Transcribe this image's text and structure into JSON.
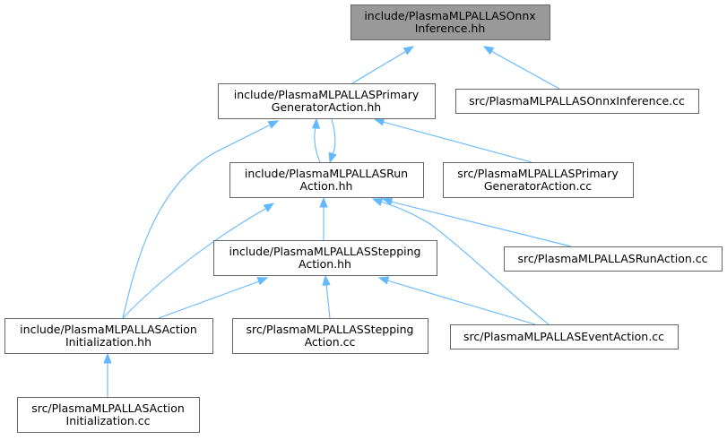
{
  "colors": {
    "edge": "#63b8ff",
    "node_border": "#666666",
    "root_fill": "#999999",
    "node_fill": "#ffffff"
  },
  "nodes": {
    "onnx_hh": {
      "lines": [
        "include/PlasmaMLPALLASOnnx",
        "Inference.hh"
      ],
      "root": true
    },
    "primary_hh": {
      "lines": [
        "include/PlasmaMLPALLASPrimary",
        "GeneratorAction.hh"
      ]
    },
    "onnx_cc": {
      "lines": [
        "src/PlasmaMLPALLASOnnxInference.cc"
      ]
    },
    "run_hh": {
      "lines": [
        "include/PlasmaMLPALLASRun",
        "Action.hh"
      ]
    },
    "primary_cc": {
      "lines": [
        "src/PlasmaMLPALLASPrimary",
        "GeneratorAction.cc"
      ]
    },
    "stepping_hh": {
      "lines": [
        "include/PlasmaMLPALLASStepping",
        "Action.hh"
      ]
    },
    "run_cc": {
      "lines": [
        "src/PlasmaMLPALLASRunAction.cc"
      ]
    },
    "action_init_hh": {
      "lines": [
        "include/PlasmaMLPALLASAction",
        "Initialization.hh"
      ]
    },
    "stepping_cc": {
      "lines": [
        "src/PlasmaMLPALLASStepping",
        "Action.cc"
      ]
    },
    "event_cc": {
      "lines": [
        "src/PlasmaMLPALLASEventAction.cc"
      ]
    },
    "action_init_cc": {
      "lines": [
        "src/PlasmaMLPALLASAction",
        "Initialization.cc"
      ]
    }
  },
  "edges": [
    {
      "from": "primary_hh",
      "to": "onnx_hh"
    },
    {
      "from": "onnx_cc",
      "to": "onnx_hh"
    },
    {
      "from": "run_hh",
      "to": "primary_hh"
    },
    {
      "from": "primary_hh",
      "to": "run_hh"
    },
    {
      "from": "primary_cc",
      "to": "primary_hh"
    },
    {
      "from": "action_init_hh",
      "to": "primary_hh"
    },
    {
      "from": "stepping_hh",
      "to": "run_hh"
    },
    {
      "from": "run_cc",
      "to": "run_hh"
    },
    {
      "from": "event_cc",
      "to": "run_hh"
    },
    {
      "from": "action_init_hh",
      "to": "run_hh"
    },
    {
      "from": "action_init_hh",
      "to": "stepping_hh"
    },
    {
      "from": "stepping_cc",
      "to": "stepping_hh"
    },
    {
      "from": "event_cc",
      "to": "stepping_hh"
    },
    {
      "from": "action_init_cc",
      "to": "action_init_hh"
    }
  ]
}
